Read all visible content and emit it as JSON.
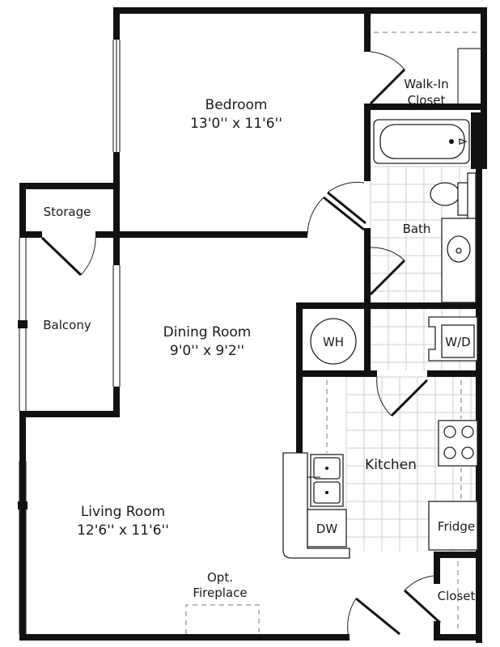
{
  "rooms": {
    "bedroom": {
      "name": "Bedroom",
      "dims": "13'0'' x 11'6''"
    },
    "walkin": {
      "line1": "Walk-In",
      "line2": "Closet"
    },
    "bath": {
      "name": "Bath"
    },
    "storage": {
      "name": "Storage"
    },
    "balcony": {
      "name": "Balcony"
    },
    "dining": {
      "name": "Dining Room",
      "dims": "9'0'' x 9'2''"
    },
    "living": {
      "name": "Living Room",
      "dims": "12'6'' x 11'6''"
    },
    "kitchen": {
      "name": "Kitchen"
    },
    "closet": {
      "name": "Closet"
    }
  },
  "fixtures": {
    "water_heater": "WH",
    "washer_dryer": "W/D",
    "dishwasher": "DW",
    "fridge": "Fridge",
    "fireplace_line1": "Opt.",
    "fireplace_line2": "Fireplace"
  },
  "colors": {
    "wall": "#111111",
    "tile": "#cfcfcf",
    "background": "#ffffff"
  }
}
